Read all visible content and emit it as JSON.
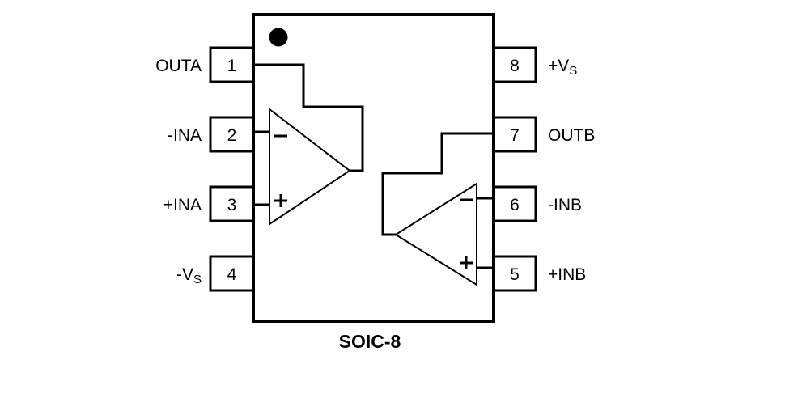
{
  "package_label": "SOIC-8",
  "pins": {
    "p1": {
      "number": "1",
      "name": "OUTA"
    },
    "p2": {
      "number": "2",
      "name": "-INA"
    },
    "p3": {
      "number": "3",
      "name": "+INA"
    },
    "p4": {
      "number": "4",
      "name_main": "-V",
      "name_sub": "S"
    },
    "p5": {
      "number": "5",
      "name": "+INB"
    },
    "p6": {
      "number": "6",
      "name": "-INB"
    },
    "p7": {
      "number": "7",
      "name": "OUTB"
    },
    "p8": {
      "number": "8",
      "name_main": "+V",
      "name_sub": "S"
    }
  },
  "amplifiers": {
    "a": {
      "inverting_symbol": "−",
      "noninverting_symbol": "+"
    },
    "b": {
      "inverting_symbol": "−",
      "noninverting_symbol": "+"
    }
  }
}
